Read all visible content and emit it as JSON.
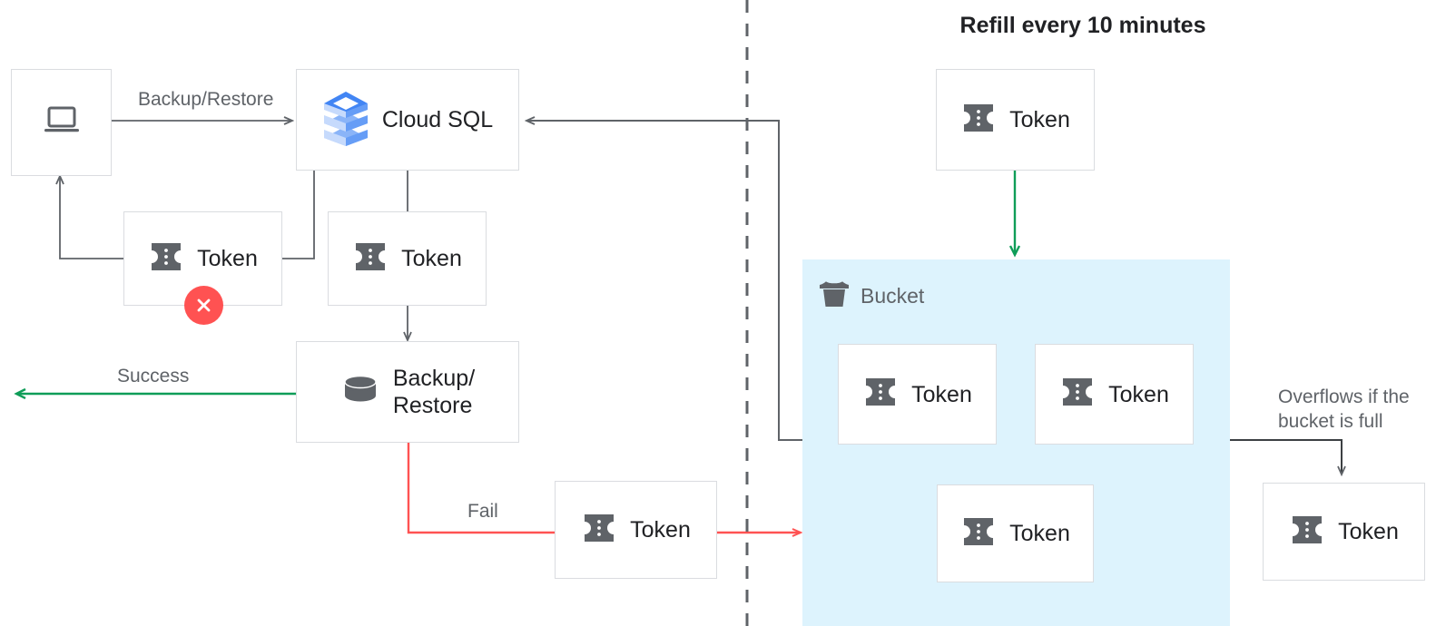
{
  "title": "Refill every 10 minutes",
  "colors": {
    "box_border": "#dadce0",
    "wire_gray": "#5f6368",
    "wire_green": "#0f9d58",
    "wire_red": "#ff5252",
    "bucket_fill": "#ddf3fd",
    "token_icon": "#5f6368",
    "text_dark": "#202124",
    "text_gray": "#5f6368",
    "cloudsql_blue": "#4285f4"
  },
  "nodes": {
    "client": {
      "label": "",
      "icon": "laptop-icon"
    },
    "cloud_sql": {
      "label": "Cloud SQL",
      "icon": "cloud-sql-icon"
    },
    "token_fail_client": {
      "label": "Token",
      "icon": "token-icon",
      "badge": "error-x-badge"
    },
    "token_consume": {
      "label": "Token",
      "icon": "token-icon"
    },
    "backup_restore": {
      "label": "Backup/\nRestore",
      "icon": "database-icon"
    },
    "token_fail_return": {
      "label": "Token",
      "icon": "token-icon"
    },
    "token_refill": {
      "label": "Token",
      "icon": "token-icon"
    },
    "bucket": {
      "label": "Bucket",
      "icon": "bucket-icon"
    },
    "bucket_token_1": {
      "label": "Token",
      "icon": "token-icon"
    },
    "bucket_token_2": {
      "label": "Token",
      "icon": "token-icon"
    },
    "bucket_token_3": {
      "label": "Token",
      "icon": "token-icon"
    },
    "token_overflow": {
      "label": "Token",
      "icon": "token-icon"
    }
  },
  "edges": {
    "backup_restore_label": "Backup/Restore",
    "success_label": "Success",
    "fail_label": "Fail",
    "overflow_label": "Overflows if the\nbucket is full"
  }
}
